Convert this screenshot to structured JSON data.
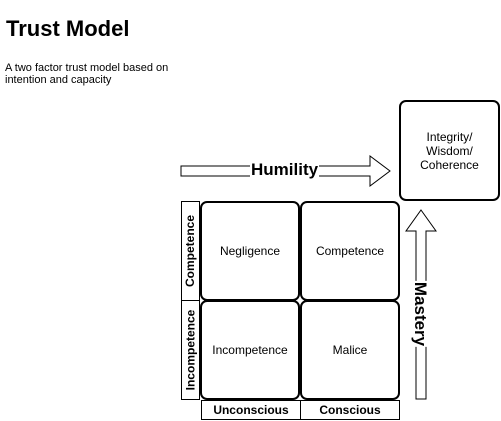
{
  "header": {
    "title": "Trust Model",
    "subtitle": "A two factor trust model based on intention and capacity"
  },
  "target_box": {
    "label": "Integrity/ Wisdom/ Coherence"
  },
  "arrows": {
    "horizontal_label": "Humility",
    "vertical_label": "Mastery"
  },
  "matrix": {
    "row_labels": [
      "Competence",
      "Incompetence"
    ],
    "column_labels": [
      "Unconscious",
      "Conscious"
    ],
    "cells": {
      "top_left": "Negligence",
      "top_right": "Competence",
      "bottom_left": "Incompetence",
      "bottom_right": "Malice"
    }
  }
}
